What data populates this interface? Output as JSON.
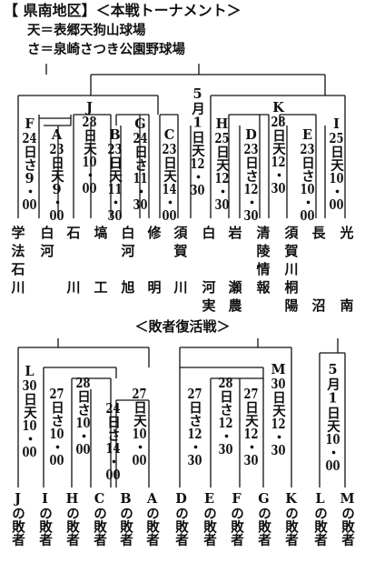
{
  "header": {
    "title": "【 県南地区】＜本戦トーナメント＞",
    "venues": [
      "天＝表郷天狗山球場",
      "さ＝泉崎さつき公園野球場"
    ]
  },
  "main_bracket": {
    "center_label": [
      "5",
      "月",
      "1",
      "日",
      "天",
      "12",
      "・",
      "30"
    ],
    "matches": [
      {
        "id": "F",
        "schedule": [
          "F",
          "24",
          "日",
          "さ",
          "9",
          "・",
          "00"
        ]
      },
      {
        "id": "A",
        "schedule": [
          "A",
          "23",
          "日",
          "天",
          "9",
          "・",
          "00"
        ]
      },
      {
        "id": "J",
        "schedule": [
          "J",
          "28",
          "日",
          "天",
          "10",
          "・",
          "00"
        ]
      },
      {
        "id": "B",
        "schedule": [
          "B",
          "23",
          "日",
          "天",
          "11",
          "・",
          "30"
        ]
      },
      {
        "id": "G",
        "schedule": [
          "G",
          "24",
          "日",
          "さ",
          "11",
          "・",
          "30"
        ]
      },
      {
        "id": "C",
        "schedule": [
          "C",
          "23",
          "日",
          "天",
          "14",
          "・",
          "00"
        ]
      },
      {
        "id": "H",
        "schedule": [
          "H",
          "25",
          "日",
          "天",
          "12",
          "・",
          "30"
        ]
      },
      {
        "id": "D",
        "schedule": [
          "D",
          "23",
          "日",
          "さ",
          "12",
          "・",
          "30"
        ]
      },
      {
        "id": "K",
        "schedule": [
          "K",
          "28",
          "日",
          "天",
          "12",
          "・",
          "30"
        ]
      },
      {
        "id": "E",
        "schedule": [
          "E",
          "23",
          "日",
          "さ",
          "10",
          "・",
          "00"
        ]
      },
      {
        "id": "I",
        "schedule": [
          "I",
          "25",
          "日",
          "天",
          "10",
          "・",
          "00"
        ]
      }
    ],
    "teams": [
      [
        "学",
        "法",
        "石",
        "川"
      ],
      [
        "白",
        "",
        "",
        "河"
      ],
      [
        "石",
        "",
        "",
        "川"
      ],
      [
        "塙",
        "",
        "",
        "工"
      ],
      [
        "白",
        "河",
        "",
        "旭"
      ],
      [
        "修",
        "",
        "",
        "明"
      ],
      [
        "須",
        "賀",
        "",
        "川"
      ],
      [
        "白",
        "",
        "",
        "河",
        "実"
      ],
      [
        "岩",
        "",
        "",
        "瀬",
        "農"
      ],
      [
        "清",
        "陵",
        "情",
        "報"
      ],
      [
        "須",
        "賀",
        "川",
        "桐",
        "陽"
      ],
      [
        "長",
        "",
        "",
        "",
        "沼"
      ],
      [
        "光",
        "",
        "",
        "",
        "南"
      ]
    ]
  },
  "repechage": {
    "title": "＜敗者復活戦＞",
    "matches": [
      {
        "id": "L",
        "schedule": [
          "L",
          "30",
          "日",
          "天",
          "10",
          "・",
          "00"
        ]
      },
      {
        "id": "R1",
        "schedule": [
          "27",
          "日",
          "さ",
          "10",
          "・",
          "00"
        ]
      },
      {
        "id": "R2",
        "schedule": [
          "28",
          "日",
          "さ",
          "10",
          "・",
          "00"
        ]
      },
      {
        "id": "R3",
        "schedule": [
          "24",
          "日",
          "さ",
          "14",
          "・",
          "00"
        ]
      },
      {
        "id": "R4",
        "schedule": [
          "27",
          "日",
          "天",
          "10",
          "・",
          "00"
        ]
      },
      {
        "id": "R5",
        "schedule": [
          "27",
          "日",
          "さ",
          "12",
          "・",
          "30"
        ]
      },
      {
        "id": "R6",
        "schedule": [
          "28",
          "日",
          "さ",
          "12",
          "・",
          "30"
        ]
      },
      {
        "id": "R7",
        "schedule": [
          "27",
          "日",
          "天",
          "12",
          "・",
          "30"
        ]
      },
      {
        "id": "M",
        "schedule": [
          "M",
          "30",
          "日",
          "天",
          "12",
          "・",
          "30"
        ]
      },
      {
        "id": "final",
        "schedule": [
          "5",
          "月",
          "1",
          "日",
          "天",
          "10",
          "・",
          "00"
        ]
      }
    ],
    "entrants": [
      "Jの敗者",
      "Iの敗者",
      "Hの敗者",
      "Cの敗者",
      "Bの敗者",
      "Aの敗者",
      "Dの敗者",
      "Eの敗者",
      "Fの敗者",
      "Gの敗者",
      "Kの敗者",
      "Lの敗者",
      "Mの敗者"
    ]
  }
}
